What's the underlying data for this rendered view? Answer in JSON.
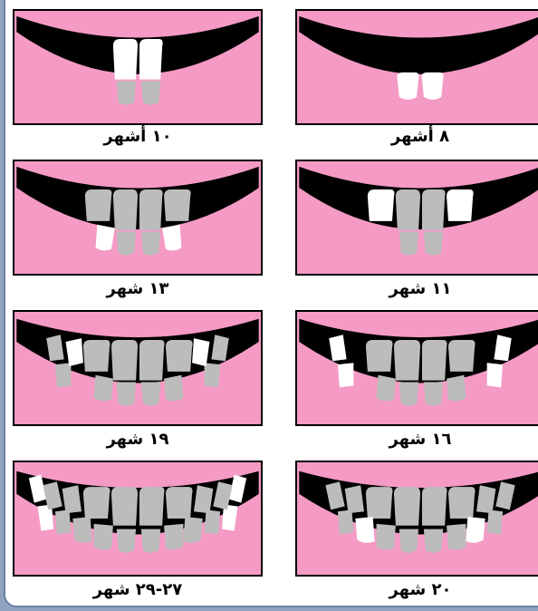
{
  "colors": {
    "gum": "#f49ac4",
    "mouth": "#000000",
    "primary_tooth": "#bcbcbc",
    "new_tooth": "#ffffff"
  },
  "stages": [
    {
      "id": "8m",
      "label": "٨ أشهر"
    },
    {
      "id": "10m",
      "label": "١٠ أشهر"
    },
    {
      "id": "11m",
      "label": "١١ شهر"
    },
    {
      "id": "13m",
      "label": "١٣ شهر"
    },
    {
      "id": "16m",
      "label": "١٦ شهر"
    },
    {
      "id": "19m",
      "label": "١٩ شهر"
    },
    {
      "id": "20m",
      "label": "٢٠ شهر"
    },
    {
      "id": "27m",
      "label": "٢٧-٢٩ شهر"
    }
  ]
}
